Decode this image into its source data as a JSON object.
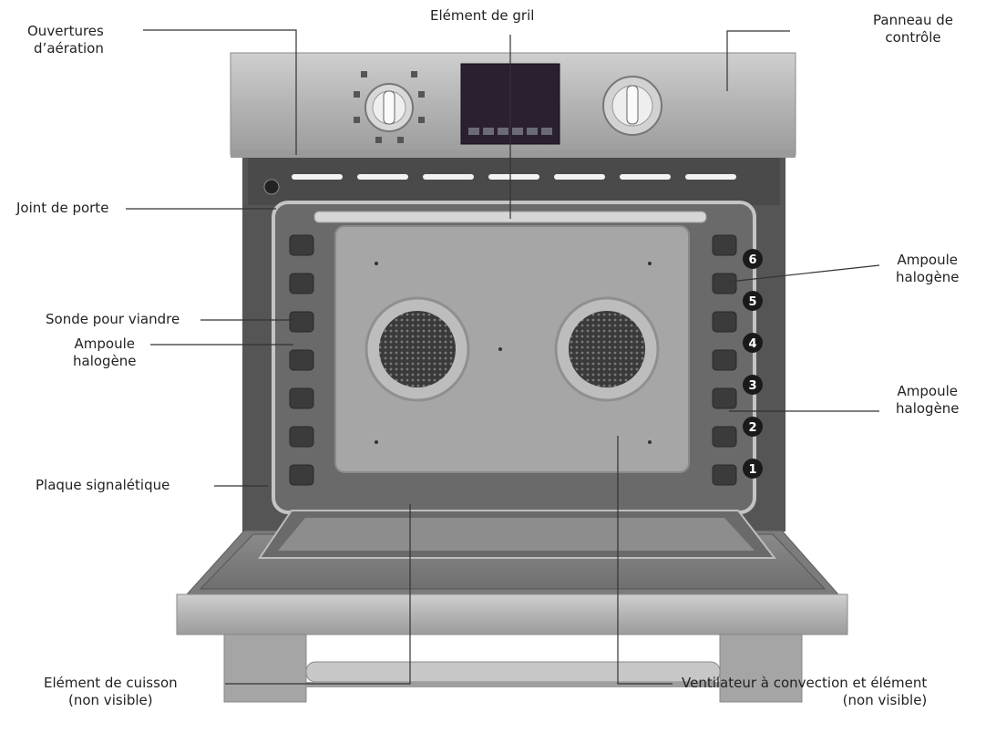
{
  "labels": {
    "vents": [
      "Ouvertures",
      "d’aération"
    ],
    "broil": "Elément de gril",
    "control_panel": [
      "Panneau de",
      "contrôle"
    ],
    "door_gasket": "Joint de porte",
    "halogen_top_right": [
      "Ampoule",
      "halogène"
    ],
    "meat_probe": "Sonde pour viandre",
    "halogen_left": [
      "Ampoule",
      "halogène"
    ],
    "halogen_bottom_right": [
      "Ampoule",
      "halogène"
    ],
    "nameplate": "Plaque signalétique",
    "bake": [
      "Elément de cuisson",
      "(non visible)"
    ],
    "convection": [
      "Ventilateur à convection et élément",
      "(non visible)"
    ]
  },
  "rack_positions": [
    "6",
    "5",
    "4",
    "3",
    "2",
    "1"
  ],
  "colors": {
    "stainless": "#b9b9b9",
    "cavity": "#6b6b6b",
    "back_panel": "#a4a4a4",
    "display": "#2a2030",
    "leader": "#333333"
  }
}
